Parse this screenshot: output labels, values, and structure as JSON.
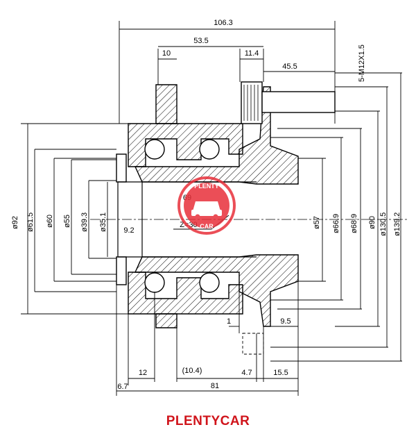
{
  "drawing": {
    "dimensions": {
      "overall_width": "106.3",
      "hub_offset": "53.5",
      "flange_step": "10",
      "flange_thickness": "11.4",
      "stud_length": "45.5",
      "stud_thread": "5-M12X1.5",
      "bore_92": "ø92",
      "bore_61_5": "ø61.5",
      "bore_60": "ø60",
      "bore_55": "ø55",
      "bore_39_3": "ø39.3",
      "bore_35_1": "ø35.1",
      "inner_9_2": "9.2",
      "spline_69": "69",
      "spline_count": "Z=30",
      "pilot_57": "ø57",
      "pilot_66_9": "ø66.9",
      "pilot_68_9": "ø68.9",
      "pilot_90": "ø90",
      "pcd_130_5": "ø130.5",
      "flange_139_2": "ø139.2",
      "gap_1": "1",
      "rim_9_5": "9.5",
      "offset_6_7": "6.7",
      "bearing_12": "12",
      "bearing_10_4": "(10.4)",
      "step_4_7": "4.7",
      "flange_15_5": "15.5",
      "total_81": "81"
    },
    "watermark_top": "PLENTY",
    "watermark_bottom": "CAR"
  },
  "brand": {
    "name": "PLENTYCAR",
    "color": "#d0141b"
  },
  "watermark_color": "#e8303a"
}
